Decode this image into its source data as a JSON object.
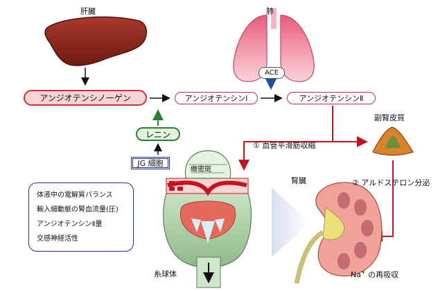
{
  "organs": {
    "liver": "肝臓",
    "lung": "肺",
    "adrenal_cortex": "副腎皮質",
    "kidney": "腎臓",
    "glomerulus": "糸球体",
    "macula_densa": "緻密斑"
  },
  "molecules": {
    "angiotensinogen": "アンジオテンシノーゲン",
    "angiotensin1": "アンジオテンシンⅠ",
    "angiotensin2": "アンジオテンシンⅡ",
    "renin": "レニン",
    "ace": "ACE",
    "jg_cell": "JG 細胞"
  },
  "steps": {
    "step1": "① 血管平滑筋収縮",
    "step2": "② アルドステロン分泌"
  },
  "na_reabsorption": {
    "prefix": "Na",
    "superscript": "+",
    "suffix": " の再吸収"
  },
  "factors": [
    "体液中の電解質バランス",
    "輸入細動脈の腎血流量(圧)",
    "アンジオテンシンⅡ量",
    "交感神経活性"
  ],
  "colors": {
    "arrow_red": "#c8101e",
    "arrow_green": "#2e7d32",
    "arrow_blue": "#1f4f9f",
    "liver": "#8b2318",
    "lung": "#f3a6b4",
    "adrenal": "#d9842b",
    "kidney": "#f1a39a"
  }
}
